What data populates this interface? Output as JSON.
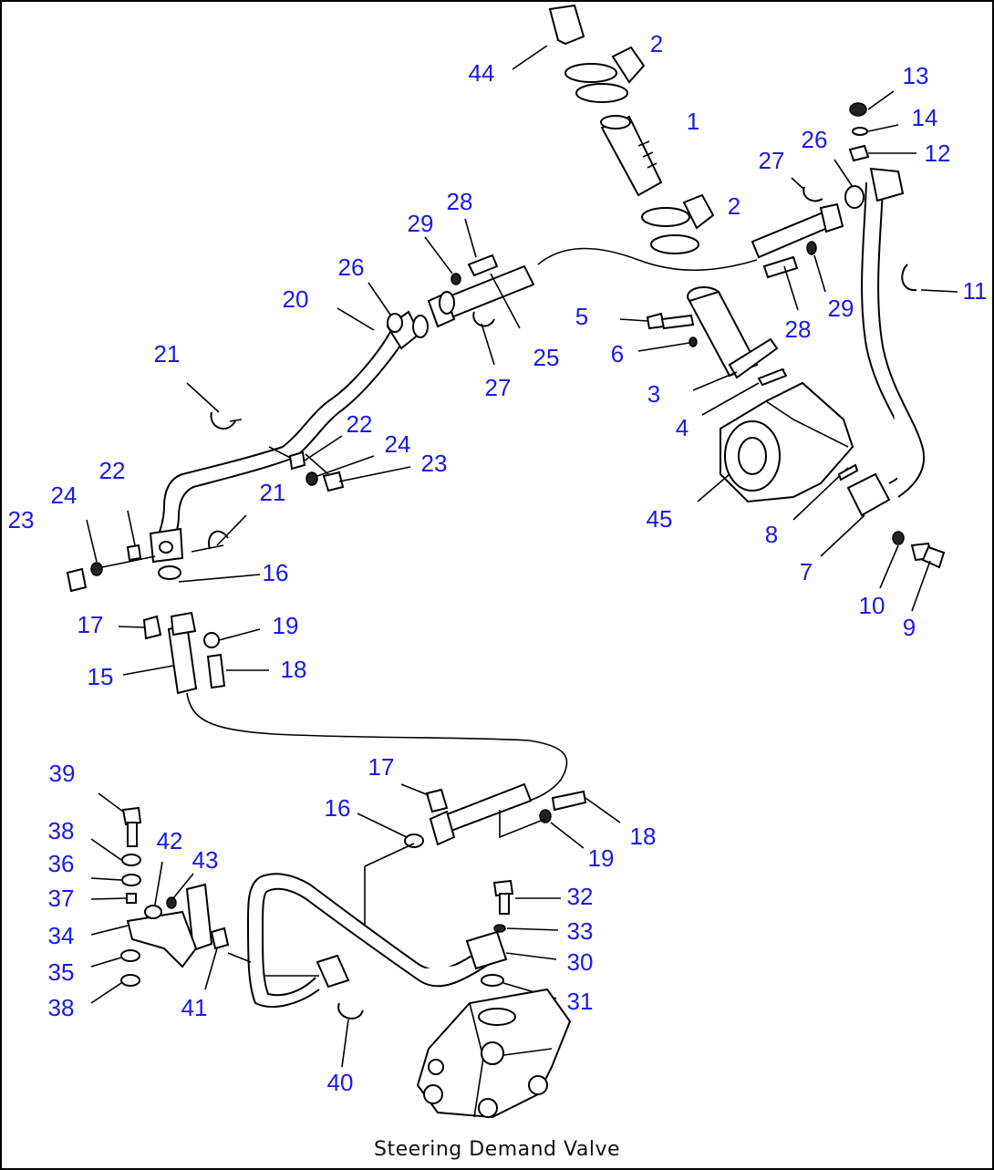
{
  "caption": "Steering Demand Valve",
  "colors": {
    "callout": "#1a1ae6",
    "line": "#000000",
    "background": "#ffffff"
  },
  "callouts": {
    "c44": "44",
    "c2a": "2",
    "c1": "1",
    "c2b": "2",
    "c13": "13",
    "c14": "14",
    "c12": "12",
    "c26a": "26",
    "c27a": "27",
    "c11": "11",
    "c28a": "28",
    "c29a": "29",
    "c28b": "28",
    "c29b": "29",
    "c26b": "26",
    "c20": "20",
    "c25": "25",
    "c27b": "27",
    "c5": "5",
    "c6": "6",
    "c3": "3",
    "c4": "4",
    "c21a": "21",
    "c22a": "22",
    "c24a": "24",
    "c23a": "23",
    "c45": "45",
    "c8": "8",
    "c7": "7",
    "c10": "10",
    "c9": "9",
    "c22b": "22",
    "c24b": "24",
    "c23b": "23",
    "c21b": "21",
    "c16a": "16",
    "c17a": "17",
    "c19a": "19",
    "c18a": "18",
    "c15": "15",
    "c39": "39",
    "c17b": "17",
    "c16b": "16",
    "c18b": "18",
    "c19b": "19",
    "c38a": "38",
    "c42": "42",
    "c43": "43",
    "c36": "36",
    "c37": "37",
    "c32": "32",
    "c33": "33",
    "c34": "34",
    "c30": "30",
    "c35": "35",
    "c31": "31",
    "c38b": "38",
    "c41": "41",
    "c40": "40"
  }
}
